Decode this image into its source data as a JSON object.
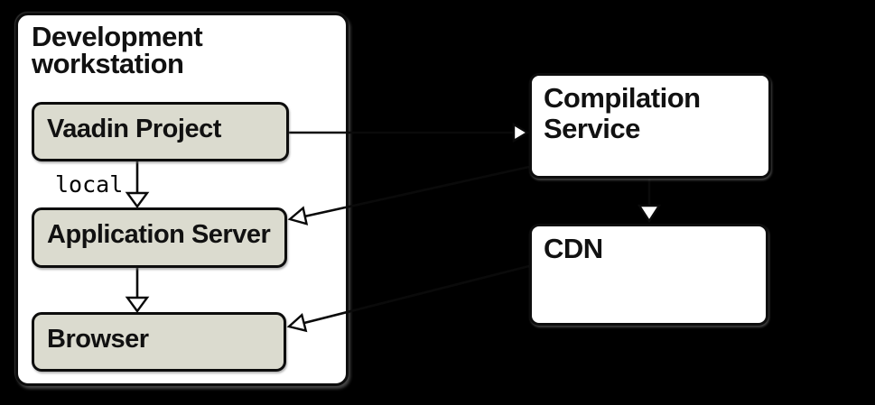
{
  "diagram": {
    "title": "Development workstation",
    "group": {
      "title": "Development workstation"
    },
    "nodes": {
      "vaadin_project": {
        "label": "Vaadin Project"
      },
      "application_server": {
        "label": "Application Server"
      },
      "browser": {
        "label": "Browser"
      },
      "compilation_service": {
        "label": "Compilation Service"
      },
      "cdn": {
        "label": "CDN"
      }
    },
    "edges": [
      {
        "from": "vaadin_project",
        "to": "compilation_service",
        "label": ""
      },
      {
        "from": "vaadin_project",
        "to": "application_server",
        "label": "local"
      },
      {
        "from": "application_server",
        "to": "browser",
        "label": ""
      },
      {
        "from": "compilation_service",
        "to": "cdn",
        "label": ""
      },
      {
        "from": "compilation_service",
        "to": "application_server",
        "label": ""
      },
      {
        "from": "cdn",
        "to": "browser",
        "label": ""
      }
    ],
    "colors": {
      "background": "#000000",
      "group_fill": "#ffffff",
      "node_fill_beige": "#dbdbcf",
      "node_fill_white": "#ffffff",
      "border": "#0d0d0d",
      "arrowhead_fill": "#ffffff",
      "text": "#111111"
    }
  }
}
